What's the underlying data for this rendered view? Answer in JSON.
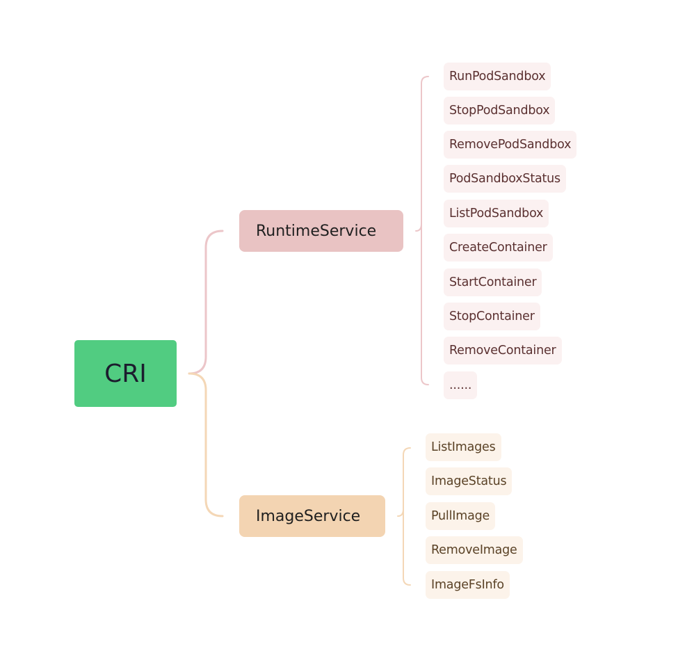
{
  "colors": {
    "root_fill": "#51cc81",
    "runtime_fill": "#e9c3c3",
    "image_fill": "#f3d4b2",
    "runtime_leaf_fill": "#fbf1f1",
    "image_leaf_fill": "#fcf3ea",
    "runtime_connector": "#ecc6c9",
    "image_connector": "#f4d7b6",
    "runtime_leaf_text": "#5a3030",
    "image_leaf_text": "#5a4226"
  },
  "root": {
    "label": "CRI"
  },
  "branches": {
    "runtime": {
      "label": "RuntimeService",
      "leaves": [
        "RunPodSandbox",
        "StopPodSandbox",
        "RemovePodSandbox",
        "PodSandboxStatus",
        "ListPodSandbox",
        "CreateContainer",
        "StartContainer",
        "StopContainer",
        "RemoveContainer",
        "......"
      ]
    },
    "image": {
      "label": "ImageService",
      "leaves": [
        "ListImages",
        "ImageStatus",
        "PullImage",
        "RemoveImage",
        "ImageFsInfo"
      ]
    }
  }
}
